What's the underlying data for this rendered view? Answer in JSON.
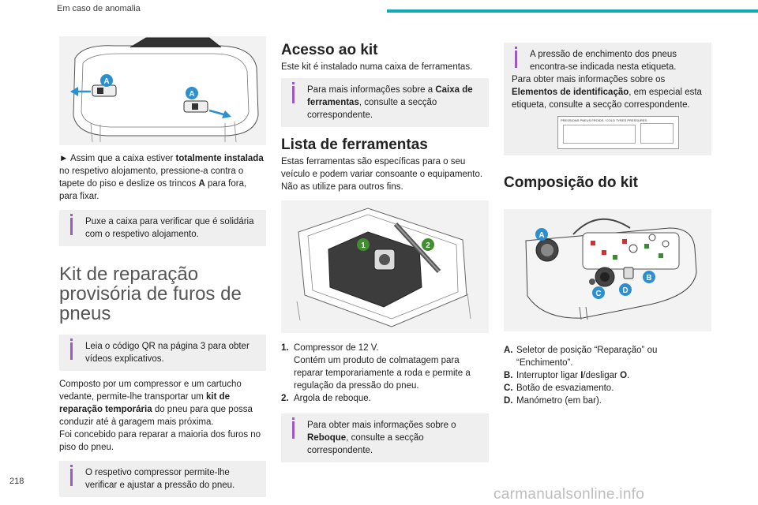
{
  "header": {
    "title": "Em caso de anomalia",
    "accent": "#12aab5"
  },
  "footer": {
    "page_number": "218",
    "watermark": "carmanualsonline.info"
  },
  "col1": {
    "step_pre": "► Assim que a caixa estiver ",
    "step_b1": "totalmente instalada",
    "step_mid": " no respetivo alojamento, pressione-a contra o tapete do piso e deslize os trincos ",
    "step_b2": "A",
    "step_post": " para fora, para fixar.",
    "note1": "Puxe a caixa para verificar que é solidária com o respetivo alojamento.",
    "kit_title": "Kit de reparação provisória de furos de pneus",
    "note2": "Leia o código QR na página 3 para obter vídeos explicativos.",
    "para_pre": "Composto por um compressor e um cartucho vedante, permite-lhe transportar um ",
    "para_b1": "kit de reparação temporária",
    "para_mid": " do pneu para que possa conduzir até à garagem mais próxima.",
    "para2": "Foi concebido para reparar a maioria dos furos no piso do pneu.",
    "note3": "O respetivo compressor permite-lhe verificar e ajustar a pressão do pneu.",
    "fig_labels": [
      "A",
      "A"
    ]
  },
  "col2": {
    "acesso_title": "Acesso ao kit",
    "acesso_text": "Este kit é instalado numa caixa de ferramentas.",
    "note1_pre": "Para mais informações sobre a ",
    "note1_b": "Caixa de ferramentas",
    "note1_post": ", consulte a secção correspondente.",
    "lista_title": "Lista de ferramentas",
    "lista_text": "Estas ferramentas são específicas para o seu veículo e podem variar consoante o equipamento. Não as utilize para outros fins.",
    "fig_labels": [
      "1",
      "2"
    ],
    "items": [
      {
        "num": "1.",
        "line1": "Compressor de 12 V.",
        "line2": "Contém um produto de colmatagem para reparar temporariamente a roda e permite a regulação da pressão do pneu."
      },
      {
        "num": "2.",
        "line1": "Argola de reboque.",
        "line2": ""
      }
    ],
    "note2_pre": "Para obter mais informações sobre o ",
    "note2_b": "Reboque",
    "note2_post": ", consulte a secção correspondente."
  },
  "col3": {
    "note_line1": "A pressão de enchimento dos pneus encontra-se indicada nesta etiqueta.",
    "note_para_pre": "Para obter mais informações sobre os ",
    "note_para_b": "Elementos de identificação",
    "note_para_post": ", em especial esta etiqueta, consulte a secção correspondente.",
    "label_text": "PRESSIONS PNEUS FROIDS / COLD TYRES PRESSURES",
    "comp_title": "Composição do kit",
    "fig_labels": [
      "A",
      "B",
      "C",
      "D"
    ],
    "items": [
      {
        "lbl": "A.",
        "pre": "Seletor de posição “Reparação” ou “Enchimento”.",
        "b": "",
        "post": ""
      },
      {
        "lbl": "B.",
        "pre": "Interruptor ligar ",
        "b": "I",
        "post": "/desligar ",
        "b2": "O",
        "post2": "."
      },
      {
        "lbl": "C.",
        "pre": "Botão de esvaziamento.",
        "b": "",
        "post": ""
      },
      {
        "lbl": "D.",
        "pre": "Manómetro (em bar).",
        "b": "",
        "post": ""
      }
    ]
  },
  "colors": {
    "note_bg": "#efefef",
    "info_icon": "#9b59c5",
    "callout": "#2b8fd0",
    "teal": "#12aab5",
    "green_callout": "#3f8f2f"
  }
}
